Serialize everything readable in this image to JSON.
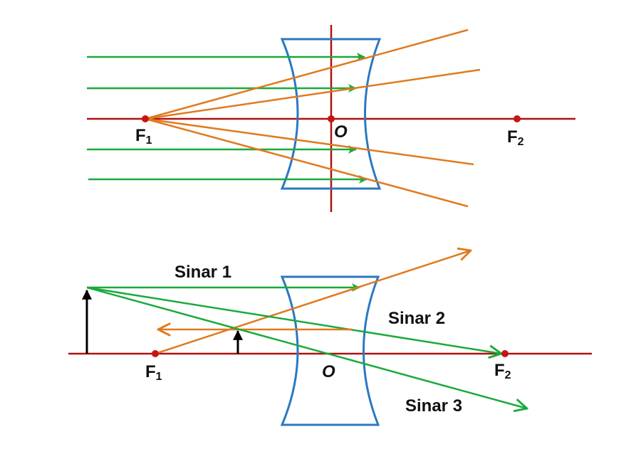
{
  "colors": {
    "axis": "#b01010",
    "lens": "#2b78c2",
    "parallel_ray": "#1aaa3c",
    "diverging_ray": "#e07a1f",
    "object": "#000000",
    "point": "#c81414"
  },
  "top_diagram": {
    "focus_left": {
      "letter": "F",
      "sub": "1"
    },
    "center": {
      "letter": "O"
    },
    "focus_right": {
      "letter": "F",
      "sub": "2"
    }
  },
  "bottom_diagram": {
    "focus_left": {
      "letter": "F",
      "sub": "1"
    },
    "center": {
      "letter": "O"
    },
    "focus_right": {
      "letter": "F",
      "sub": "2"
    },
    "ray1_label": "Sinar 1",
    "ray2_label": "Sinar 2",
    "ray3_label": "Sinar 3"
  }
}
